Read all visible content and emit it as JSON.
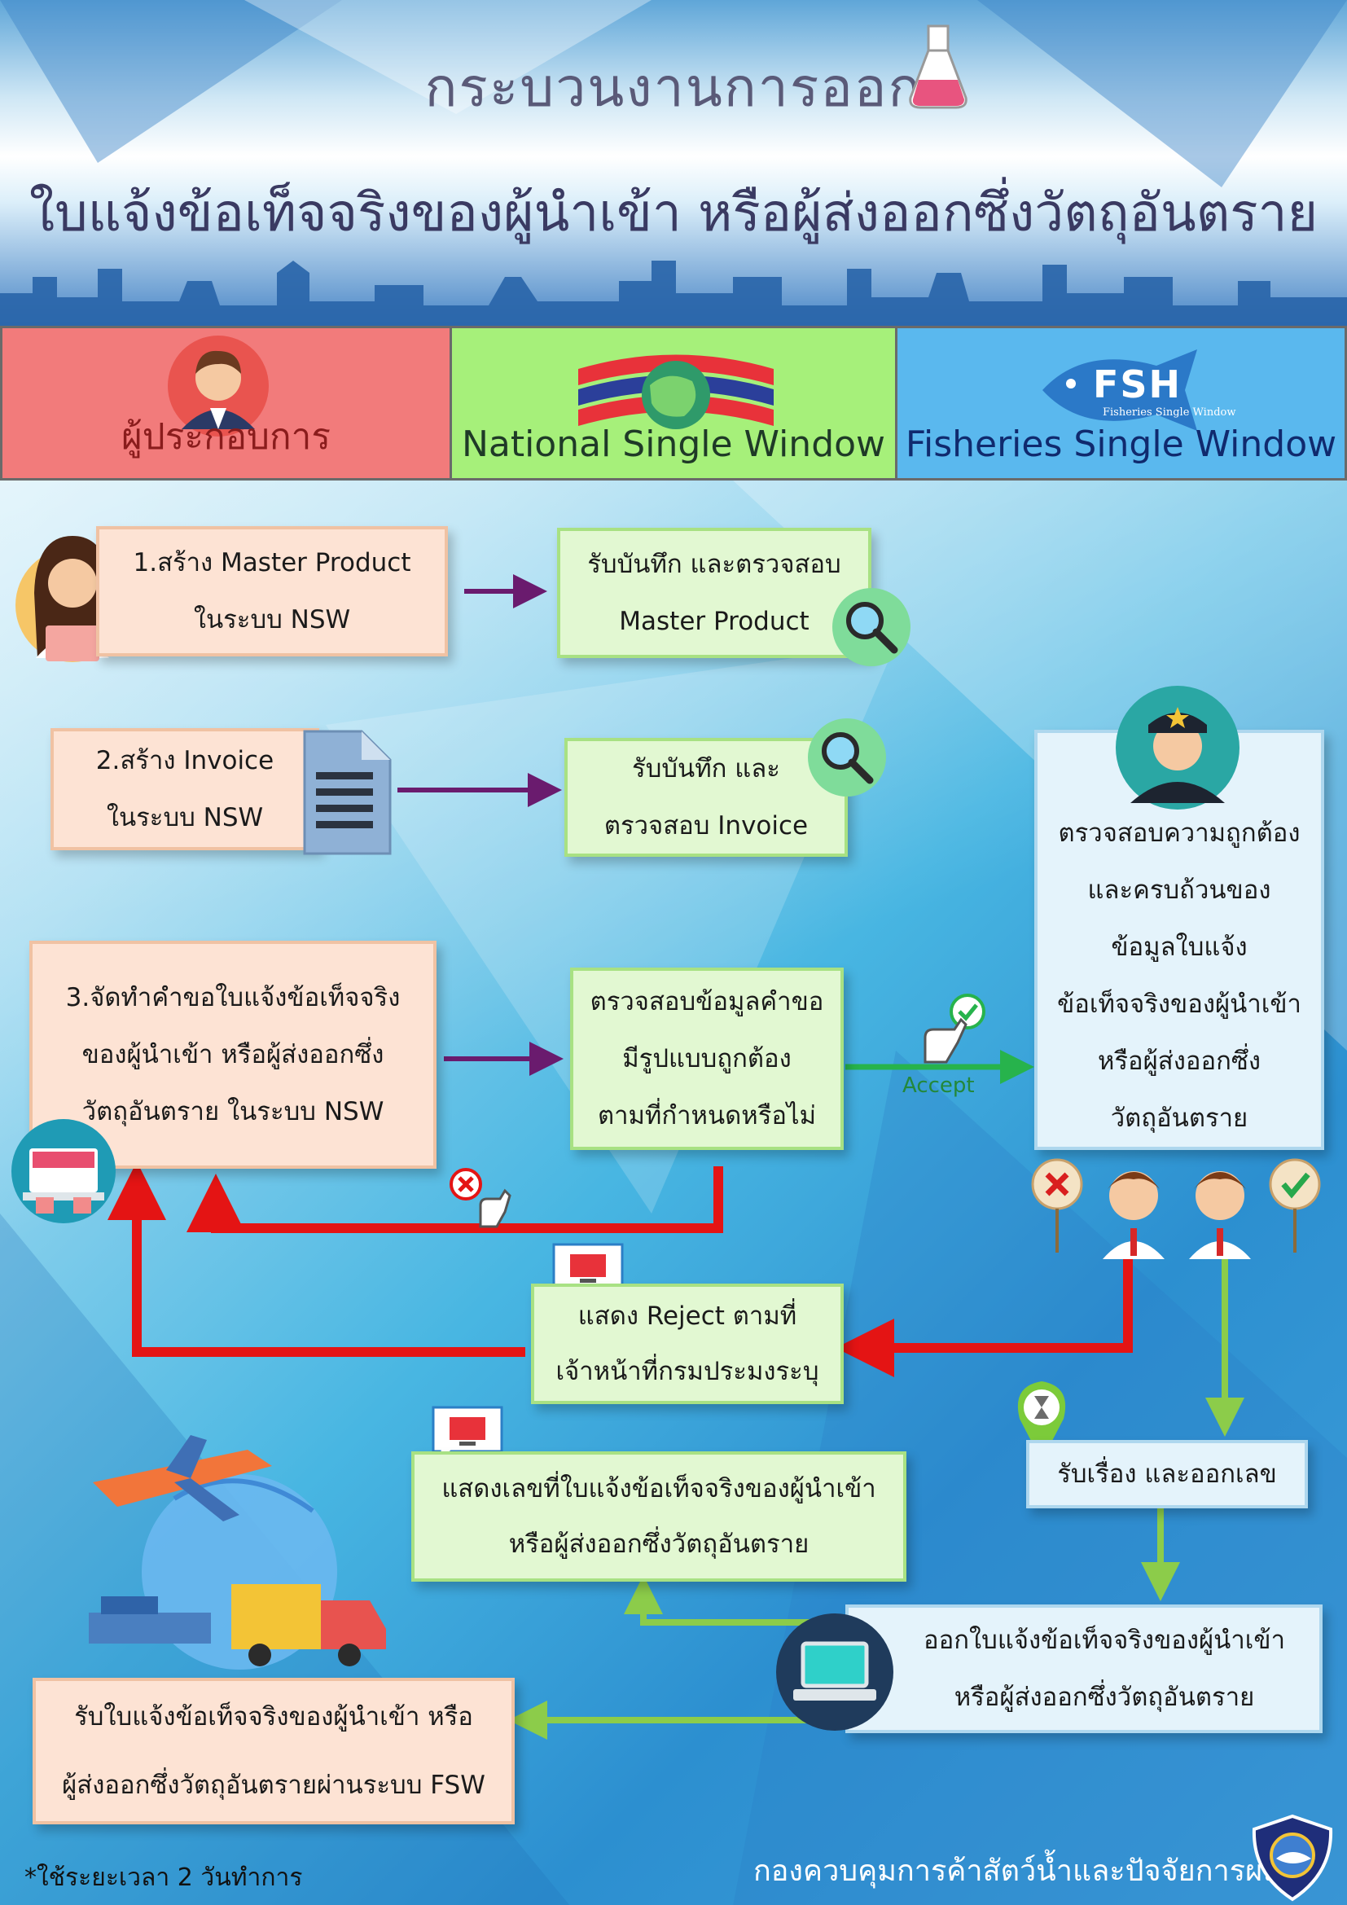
{
  "header": {
    "title_line1": "กระบวนงานการออก",
    "title_line2": "ใบแจ้งข้อเท็จจริงของผู้นำเข้า หรือผู้ส่งออกซึ่งวัตถุอันตราย"
  },
  "lanes": {
    "operator": "ผู้ประกอบการ",
    "nsw": "National Single Window",
    "fsw": "Fisheries Single Window",
    "fsw_logo_text": "FSH",
    "fsw_logo_caption": "Fisheries Single Window"
  },
  "steps": {
    "step1": [
      "1.สร้าง Master Product",
      "ในระบบ NSW"
    ],
    "nsw1": [
      "รับบันทึก และตรวจสอบ",
      "Master Product"
    ],
    "step2": [
      "2.สร้าง Invoice",
      "ในระบบ NSW"
    ],
    "nsw2": [
      "รับบันทึก และ",
      "ตรวจสอบ Invoice"
    ],
    "step3": [
      "3.จัดทำคำขอใบแจ้งข้อเท็จจริง",
      "ของผู้นำเข้า หรือผู้ส่งออกซึ่ง",
      "วัตถุอันตราย ในระบบ NSW"
    ],
    "nsw3": [
      "ตรวจสอบข้อมูลคำขอ",
      "มีรูปแบบถูกต้อง",
      "ตามที่กำหนดหรือไม่"
    ],
    "fsw_check": [
      "ตรวจสอบความถูกต้อง",
      "และครบถ้วนของ",
      "ข้อมูลใบแจ้ง",
      "ข้อเท็จจริงของผู้นำเข้า",
      "หรือผู้ส่งออกซึ่ง",
      "วัตถุอันตราย"
    ],
    "reject": [
      "แสดง Reject ตามที่",
      "เจ้าหน้าที่กรมประมงระบุ"
    ],
    "receive": [
      "รับเรื่อง และออกเลข"
    ],
    "show_number": [
      "แสดงเลขที่ใบแจ้งข้อเท็จจริงของผู้นำเข้า",
      "หรือผู้ส่งออกซึ่งวัตถุอันตราย"
    ],
    "issue": [
      "ออกใบแจ้งข้อเท็จจริงของผู้นำเข้า",
      "หรือผู้ส่งออกซึ่งวัตถุอันตราย"
    ],
    "final": [
      "รับใบแจ้งข้อเท็จจริงของผู้นำเข้า หรือ",
      "ผู้ส่งออกซึ่งวัตถุอันตรายผ่านระบบ FSW"
    ]
  },
  "accept_label": "Accept",
  "footnote": "*ใช้ระยะเวลา 2 วันทำการ",
  "agency": "กองควบคุมการค้าสัตว์น้ำและปัจจัยการผลิต",
  "colors": {
    "operator_lane": "#f27b7b",
    "nsw_lane": "#a6f07a",
    "fsw_lane": "#5ab8ee",
    "arrow_purple": "#6a1b6e",
    "arrow_red": "#e41414",
    "arrow_green": "#8ccc4a"
  }
}
